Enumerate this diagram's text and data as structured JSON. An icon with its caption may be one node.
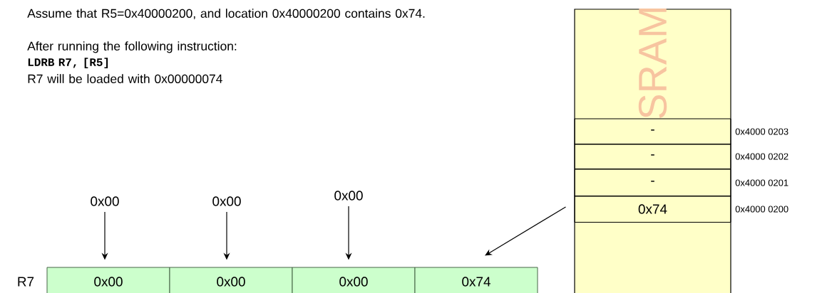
{
  "diagram": {
    "nodes": [
      {
        "text": [
          "SRAM"
        ]
      },
      {
        "text": [
          "-"
        ],
        "beside": [
          "0x4000 0203"
        ],
        "in": 0
      },
      {
        "text": [
          "-"
        ],
        "beside": [
          "0x4000 0202"
        ],
        "in": 0
      },
      {
        "text": [
          "-"
        ],
        "beside": [
          "0x4000 0201"
        ],
        "in": 0
      },
      {
        "text": [
          "0x74"
        ],
        "beside": [
          "0x4000 0200"
        ],
        "in": 0
      },
      {
        "text": [
          "0x00"
        ]
      },
      {
        "text": [
          "0x00"
        ]
      },
      {
        "text": [
          "0x00"
        ]
      },
      {
        "text": [
          "0x74"
        ]
      },
      {
        "text": [
          "0x00"
        ]
      },
      {
        "text": [
          "0x00"
        ]
      },
      {
        "text": [
          "0x00"
        ]
      }
    ],
    "edges": [
      {
        "from": 9,
        "to": 5,
        "arrow": "to"
      },
      {
        "from": 10,
        "to": 6,
        "arrow": "to"
      },
      {
        "from": 11,
        "to": 7,
        "arrow": "to"
      },
      {
        "from": 4,
        "to": 8,
        "arrow": "to"
      }
    ],
    "labels": [
      "Assume that R5=0x40000200, and location 0x40000200 contains 0x74.",
      "After running the following instruction:",
      "LDRB R7, [R5]",
      "R7 will be loaded with 0x00000074",
      "R7"
    ]
  }
}
